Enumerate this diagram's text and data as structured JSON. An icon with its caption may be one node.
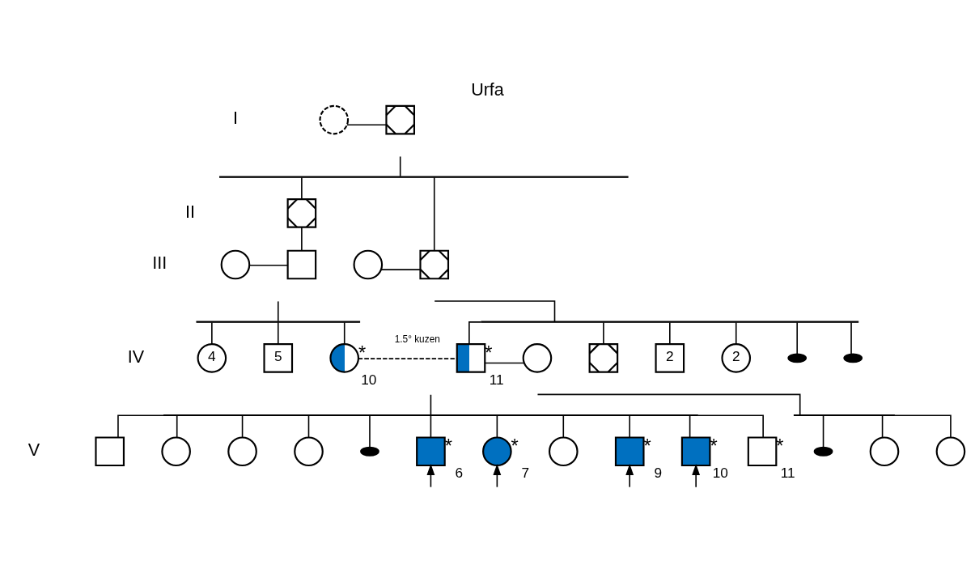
{
  "diagram": {
    "title": "Urfa",
    "nodes": [
      {
        "text": [],
        "shape": "circle"
      },
      {
        "text": [],
        "shape": "box"
      },
      {
        "text": [],
        "shape": "bar"
      },
      {
        "text": [],
        "shape": "box"
      },
      {
        "text": [],
        "shape": "circle"
      },
      {
        "text": [],
        "shape": "box"
      },
      {
        "text": [],
        "shape": "circle"
      },
      {
        "text": [],
        "shape": "box"
      },
      {
        "text": [],
        "shape": "bar"
      },
      {
        "text": [],
        "shape": "bar"
      },
      {
        "text": [
          "4"
        ]
      },
      {
        "text": [
          "5"
        ]
      },
      {
        "text": [],
        "shape": "circle",
        "beside": [
          "*",
          "10"
        ]
      },
      {
        "text": [],
        "shape": "box",
        "beside": [
          "*",
          "11"
        ]
      },
      {
        "text": [],
        "shape": "circle"
      },
      {
        "text": [],
        "shape": "box"
      },
      {
        "text": [
          "2"
        ]
      },
      {
        "text": [
          "2"
        ]
      },
      {
        "text": [],
        "shape": "ellipse"
      },
      {
        "text": [],
        "shape": "ellipse"
      },
      {
        "text": [],
        "shape": "bar"
      },
      {
        "text": [],
        "shape": "bar"
      },
      {
        "text": [],
        "shape": "box"
      },
      {
        "text": [],
        "shape": "circle"
      },
      {
        "text": [],
        "shape": "circle"
      },
      {
        "text": [],
        "shape": "circle"
      },
      {
        "text": [],
        "shape": "ellipse"
      },
      {
        "text": [],
        "shape": "box",
        "beside": [
          "*",
          "6"
        ]
      },
      {
        "text": [],
        "shape": "circle",
        "beside": [
          "*",
          "7"
        ]
      },
      {
        "text": [],
        "shape": "circle"
      },
      {
        "text": [],
        "shape": "box",
        "beside": [
          "*",
          "9"
        ]
      },
      {
        "text": [],
        "shape": "box",
        "beside": [
          "*",
          "10"
        ]
      },
      {
        "text": [],
        "shape": "box",
        "beside": [
          "*",
          "11"
        ]
      },
      {
        "text": [],
        "shape": "ellipse"
      },
      {
        "text": [],
        "shape": "circle"
      },
      {
        "text": [],
        "shape": "circle"
      }
    ],
    "edges": [
      {
        "from": 0,
        "to": 1,
        "arrow": "none"
      },
      {
        "from": null,
        "to": 2,
        "arrow": "none"
      },
      {
        "from": 2,
        "to": 3,
        "arrow": "none"
      },
      {
        "from": 2,
        "to": 7,
        "arrow": "none"
      },
      {
        "from": 3,
        "to": 5,
        "arrow": "none"
      },
      {
        "from": 4,
        "to": 5,
        "arrow": "none"
      },
      {
        "from": null,
        "to": 8,
        "arrow": "none"
      },
      {
        "from": 8,
        "to": 10,
        "arrow": "none"
      },
      {
        "from": 8,
        "to": 11,
        "arrow": "none"
      },
      {
        "from": 8,
        "to": 12,
        "arrow": "none"
      },
      {
        "from": 6,
        "to": 7,
        "arrow": "none"
      },
      {
        "from": null,
        "to": 9,
        "arrow": "none"
      },
      {
        "from": 9,
        "to": 13,
        "arrow": "none"
      },
      {
        "from": 9,
        "to": 15,
        "arrow": "none"
      },
      {
        "from": 9,
        "to": 16,
        "arrow": "none"
      },
      {
        "from": 9,
        "to": 17,
        "arrow": "none"
      },
      {
        "from": 9,
        "to": 18,
        "arrow": "none"
      },
      {
        "from": 9,
        "to": 19,
        "arrow": "none"
      },
      {
        "from": 12,
        "to": 13,
        "arrow": "none",
        "label": "1.5° kuzen",
        "style": "dashed"
      },
      {
        "from": null,
        "to": 20,
        "arrow": "none"
      },
      {
        "from": 20,
        "to": 22,
        "arrow": "none"
      },
      {
        "from": 20,
        "to": 23,
        "arrow": "none"
      },
      {
        "from": 20,
        "to": 24,
        "arrow": "none"
      },
      {
        "from": 20,
        "to": 25,
        "arrow": "none"
      },
      {
        "from": 20,
        "to": 26,
        "arrow": "none"
      },
      {
        "from": 20,
        "to": 27,
        "arrow": "none"
      },
      {
        "from": 20,
        "to": 28,
        "arrow": "none"
      },
      {
        "from": 20,
        "to": 29,
        "arrow": "none"
      },
      {
        "from": 20,
        "to": 30,
        "arrow": "none"
      },
      {
        "from": 20,
        "to": 31,
        "arrow": "none"
      },
      {
        "from": 20,
        "to": 32,
        "arrow": "none"
      },
      {
        "from": 13,
        "to": 14,
        "arrow": "none"
      },
      {
        "from": null,
        "to": 21,
        "arrow": "none"
      },
      {
        "from": 21,
        "to": 33,
        "arrow": "none"
      },
      {
        "from": 21,
        "to": 34,
        "arrow": "none"
      },
      {
        "from": 21,
        "to": 35,
        "arrow": "none"
      },
      {
        "from": null,
        "to": 27,
        "arrow": "to"
      },
      {
        "from": null,
        "to": 28,
        "arrow": "to"
      },
      {
        "from": null,
        "to": 30,
        "arrow": "to"
      },
      {
        "from": null,
        "to": 31,
        "arrow": "to"
      }
    ],
    "labels": [
      "I",
      "II",
      "III",
      "IV",
      "V"
    ]
  }
}
